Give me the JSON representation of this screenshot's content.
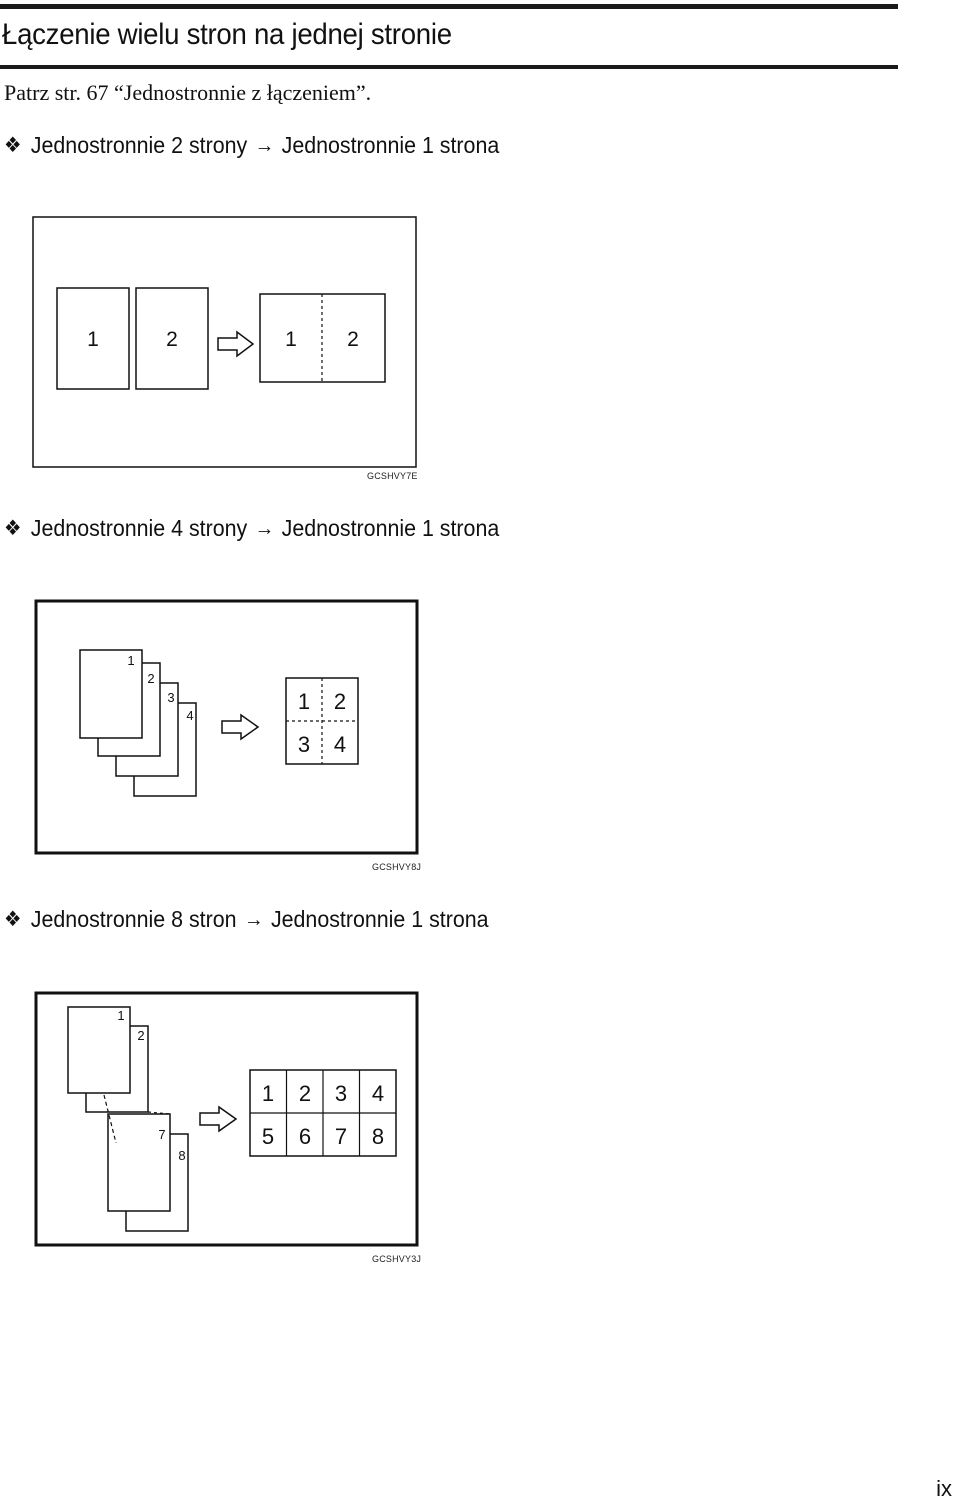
{
  "header": {
    "title": "Łączenie wielu stron na jednej stronie",
    "intro": "Patrz str. 67 “Jednostronnie z łączeniem”."
  },
  "sections": [
    {
      "bullet": "❖",
      "from": "Jednostronnie 2 strony",
      "arrow": "→",
      "to": "Jednostronnie 1 strona",
      "figure_code": "GCSHVY7E",
      "source_pages": [
        "1",
        "2"
      ],
      "result_pages": [
        "1",
        "2"
      ]
    },
    {
      "bullet": "❖",
      "from": "Jednostronnie 4 strony",
      "arrow": "→",
      "to": "Jednostronnie 1 strona",
      "figure_code": "GCSHVY8J",
      "source_pages": [
        "1",
        "2",
        "3",
        "4"
      ],
      "result_pages": [
        "1",
        "2",
        "3",
        "4"
      ]
    },
    {
      "bullet": "❖",
      "from": "Jednostronnie 8 stron",
      "arrow": "→",
      "to": "Jednostronnie 1 strona",
      "figure_code": "GCSHVY3J",
      "source_pages": [
        "1",
        "2",
        "7",
        "8"
      ],
      "result_pages": [
        "1",
        "2",
        "3",
        "4",
        "5",
        "6",
        "7",
        "8"
      ]
    }
  ],
  "footer": {
    "page_number": "ix"
  }
}
